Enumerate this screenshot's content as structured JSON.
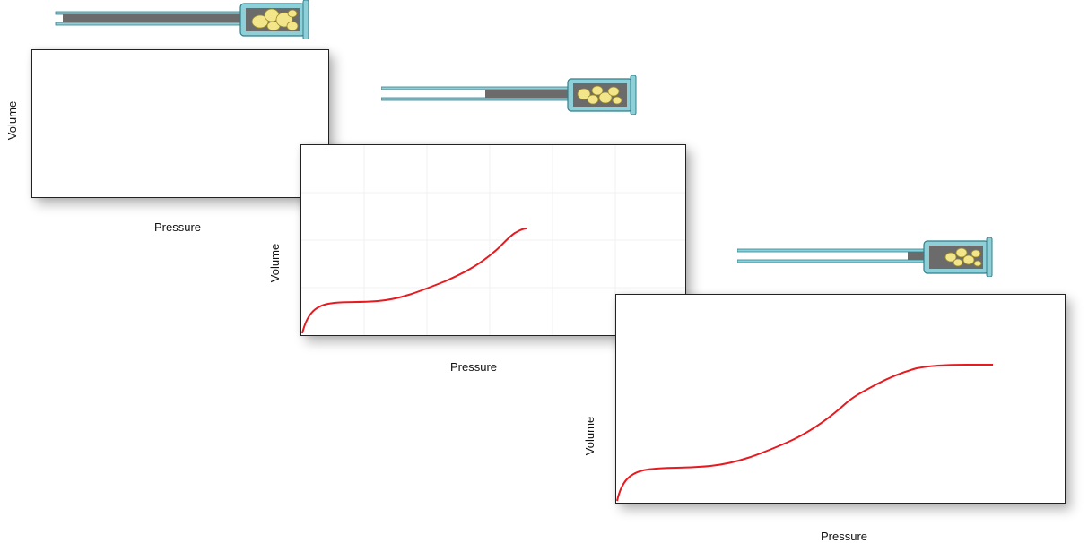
{
  "panels": [
    {
      "id": "empty",
      "x_label": "Pressure",
      "y_label": "Volume",
      "plunger_travel": 0.0
    },
    {
      "id": "partial",
      "x_label": "Pressure",
      "y_label": "Volume",
      "plunger_travel": 0.45
    },
    {
      "id": "full",
      "x_label": "Pressure",
      "y_label": "Volume",
      "plunger_travel": 0.65
    }
  ],
  "colors": {
    "curve": "#e8191f",
    "plot_grid": "#eaeaea",
    "syringe_barrel": "#8fd0d8",
    "syringe_barrel_stroke": "#2f7f8c",
    "plunger": "#6b6b6b",
    "powder": "#f2e58a",
    "powder_stroke": "#9a8a2a"
  },
  "icons": [
    "syringe-with-powder-icon"
  ]
}
